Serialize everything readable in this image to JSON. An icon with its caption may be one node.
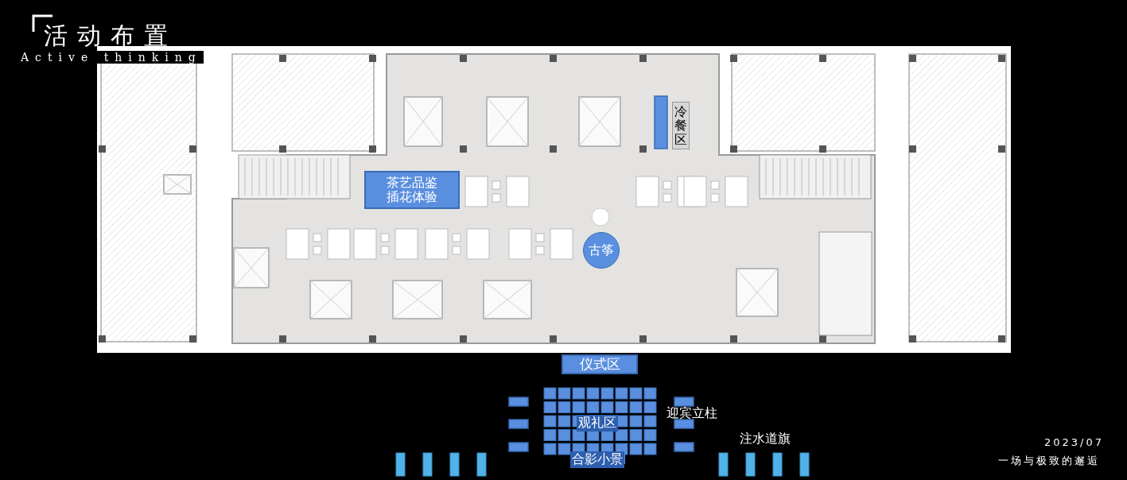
{
  "diagram": {
    "title": "活动布置",
    "nodes": [
      {
        "text": [
          "茶艺品鉴插花体验"
        ]
      },
      {
        "text": [
          "冷餐区"
        ]
      },
      {
        "text": [
          "古筝"
        ]
      },
      {
        "text": [
          "仪式区"
        ]
      }
    ],
    "labels": [
      "Active thinking",
      "观礼区",
      "迎宾立柱",
      "注水道旗",
      "合影小景",
      "2023/07",
      "一场与极致的邂逅"
    ]
  }
}
